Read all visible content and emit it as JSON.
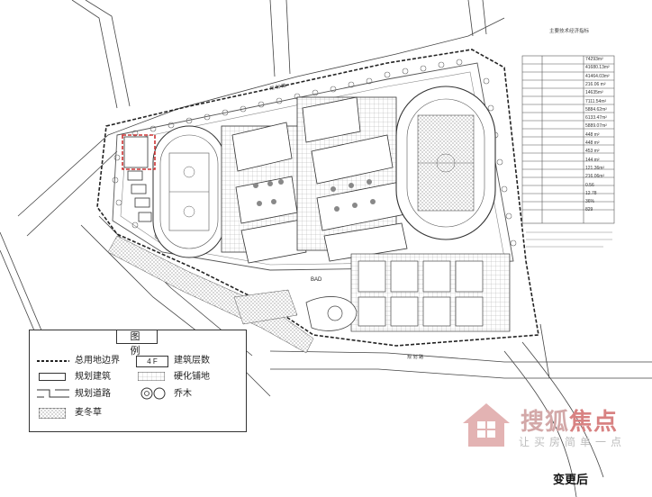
{
  "map": {
    "labels": {
      "bad": "BAD",
      "road_north": "规 划 路",
      "road_south": "规 划 路"
    }
  },
  "table_area": {
    "title": "主要技术经济指标",
    "rows": [
      "74293m²",
      "41680.13m²",
      "41464.03m²",
      "216.06 m²",
      "14635m²",
      "7111.54m²",
      "5884.62m²",
      "6133.47m²",
      "5889.07m²",
      "448 m²",
      "448 m²",
      "453 m²",
      "144 m²",
      "121.36m²",
      "216.06m²",
      "0.56",
      "12.78",
      "36%",
      "829"
    ]
  },
  "legend": {
    "title": "图 例",
    "items": {
      "boundary": "总用地边界",
      "floors_symbol": "4 F",
      "floors": "建筑层数",
      "building": "规划建筑",
      "paving": "硬化铺地",
      "road": "规划道路",
      "trees": "乔木",
      "grass": "麦冬草"
    }
  },
  "watermark": {
    "brand_a": "搜狐",
    "brand_b": "焦点",
    "slogan": "让买房简单一点"
  },
  "caption": "变更后"
}
